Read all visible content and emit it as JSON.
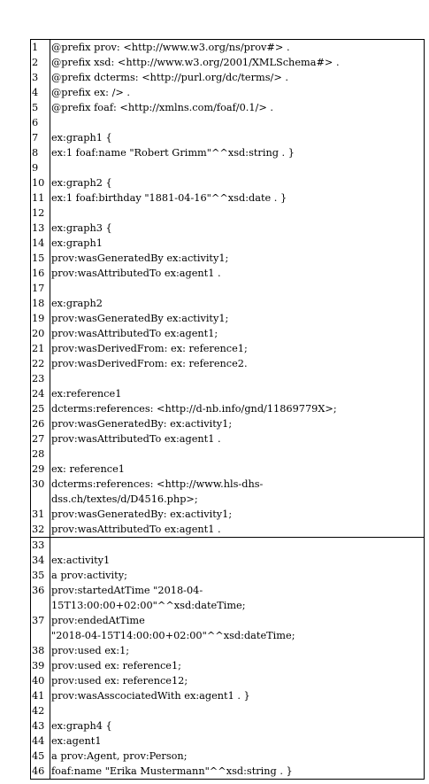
{
  "lines": [
    {
      "n": "1",
      "t": "@prefix prov: <http://www.w3.org/ns/prov#> ."
    },
    {
      "n": "2",
      "t": "@prefix xsd: <http://www.w3.org/2001/XMLSchema#> ."
    },
    {
      "n": "3",
      "t": "@prefix dcterms: <http://purl.org/dc/terms/> ."
    },
    {
      "n": "4",
      "t": "@prefix ex: /> ."
    },
    {
      "n": "5",
      "t": "@prefix foaf: <http://xmlns.com/foaf/0.1/> ."
    },
    {
      "n": "6",
      "t": ""
    },
    {
      "n": "7",
      "t": "ex:graph1 {"
    },
    {
      "n": "8",
      "t": "ex:1 foaf:name \"Robert Grimm\"^^xsd:string . }"
    },
    {
      "n": "9",
      "t": ""
    },
    {
      "n": "10",
      "t": "ex:graph2 {"
    },
    {
      "n": "11",
      "t": "ex:1 foaf:birthday \"1881-04-16\"^^xsd:date . }"
    },
    {
      "n": "12",
      "t": ""
    },
    {
      "n": "13",
      "t": "ex:graph3 {"
    },
    {
      "n": "14",
      "t": "ex:graph1"
    },
    {
      "n": "15",
      "t": "prov:wasGeneratedBy ex:activity1;"
    },
    {
      "n": "16",
      "t": "prov:wasAttributedTo ex:agent1 ."
    },
    {
      "n": "17",
      "t": ""
    },
    {
      "n": "18",
      "t": "ex:graph2"
    },
    {
      "n": "19",
      "t": "prov:wasGeneratedBy ex:activity1;"
    },
    {
      "n": "20",
      "t": "prov:wasAttributedTo ex:agent1;"
    },
    {
      "n": "21",
      "t": "prov:wasDerivedFrom: ex: reference1;"
    },
    {
      "n": "22",
      "t": "prov:wasDerivedFrom: ex: reference2."
    },
    {
      "n": "23",
      "t": ""
    },
    {
      "n": "24",
      "t": "ex:reference1"
    },
    {
      "n": "25",
      "t": "dcterms:references: <http://d-nb.info/gnd/11869779X>;"
    },
    {
      "n": "26",
      "t": "prov:wasGeneratedBy: ex:activity1;"
    },
    {
      "n": "27",
      "t": "prov:wasAttributedTo ex:agent1 ."
    },
    {
      "n": "28",
      "t": ""
    },
    {
      "n": "29",
      "t": "ex: reference1"
    },
    {
      "n": "30",
      "t": "dcterms:references: <http://www.hls-dhs-dss.ch/textes/d/D4516.php>;"
    },
    {
      "n": "31",
      "t": "prov:wasGeneratedBy: ex:activity1;"
    },
    {
      "n": "32",
      "t": "prov:wasAttributedTo ex:agent1 ."
    },
    {
      "n": "33",
      "t": ""
    },
    {
      "n": "34",
      "t": "ex:activity1"
    },
    {
      "n": "35",
      "t": "a prov:activity;"
    },
    {
      "n": "36",
      "t": "prov:startedAtTime \"2018-04-15T13:00:00+02:00\"^^xsd:dateTime;"
    },
    {
      "n": "37",
      "t": "prov:endedAtTime \"2018-04-15T14:00:00+02:00\"^^xsd:dateTime;"
    },
    {
      "n": "38",
      "t": "prov:used ex:1;"
    },
    {
      "n": "39",
      "t": "prov:used ex: reference1;"
    },
    {
      "n": "40",
      "t": "prov:used ex: reference12;"
    },
    {
      "n": "41",
      "t": "prov:wasAsscociatedWith ex:agent1 . }"
    },
    {
      "n": "42",
      "t": ""
    },
    {
      "n": "43",
      "t": "ex:graph4 {"
    },
    {
      "n": "44",
      "t": "ex:agent1"
    },
    {
      "n": "45",
      "t": "a prov:Agent, prov:Person;"
    },
    {
      "n": "46",
      "t": "foaf:name \"Erika Mustermann\"^^xsd:string . }"
    }
  ]
}
